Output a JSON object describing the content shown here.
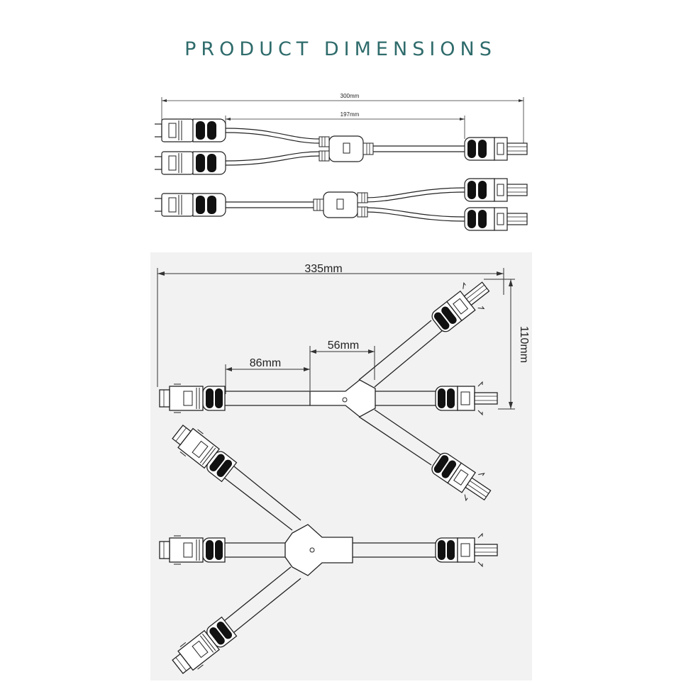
{
  "title": "PRODUCT DIMENSIONS",
  "top_diagram": {
    "total_length": "300mm",
    "branch_length": "197mm"
  },
  "bottom_diagram": {
    "total_length": "335mm",
    "height": "110mm",
    "lead_length": "86mm",
    "junction_length": "56mm"
  }
}
